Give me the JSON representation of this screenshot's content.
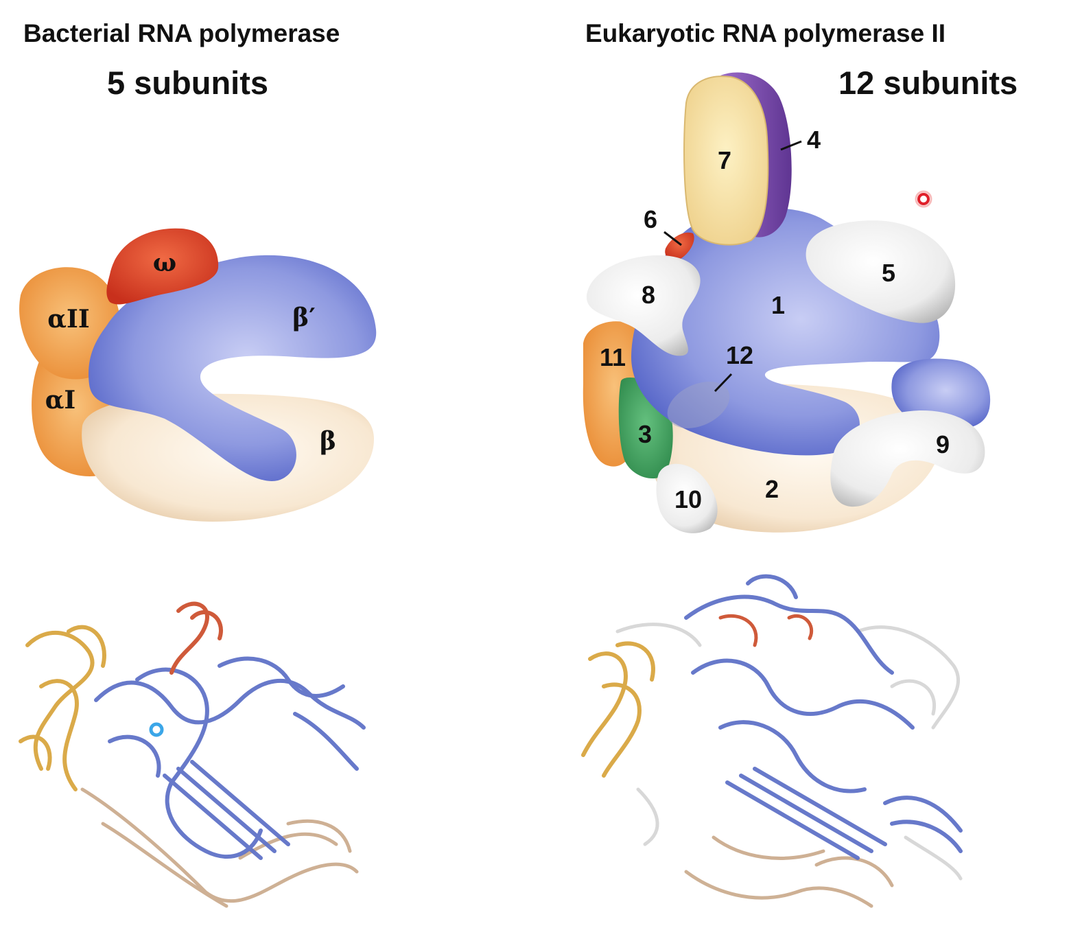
{
  "left": {
    "title": "Bacterial RNA polymerase",
    "subunit_count": "5 subunits",
    "subunits": {
      "omega": "ω",
      "alpha2": "αII",
      "alpha1": "αI",
      "beta_prime": "β′",
      "beta": "β"
    }
  },
  "right": {
    "title": "Eukaryotic RNA polymerase II",
    "subunit_count": "12 subunits",
    "subunits": {
      "s1": "1",
      "s2": "2",
      "s3": "3",
      "s4": "4",
      "s5": "5",
      "s6": "6",
      "s7": "7",
      "s8": "8",
      "s9": "9",
      "s10": "10",
      "s11": "11",
      "s12": "12"
    }
  },
  "colors": {
    "blue": "#6f7fd6",
    "beige": "#f6e4cc",
    "orange": "#f2a24a",
    "red": "#e0442a",
    "purple": "#7d4fb0",
    "yellow": "#f7e4a0",
    "grey": "#dcdcdc",
    "green": "#4aa565",
    "pointer": "#e0202a"
  }
}
